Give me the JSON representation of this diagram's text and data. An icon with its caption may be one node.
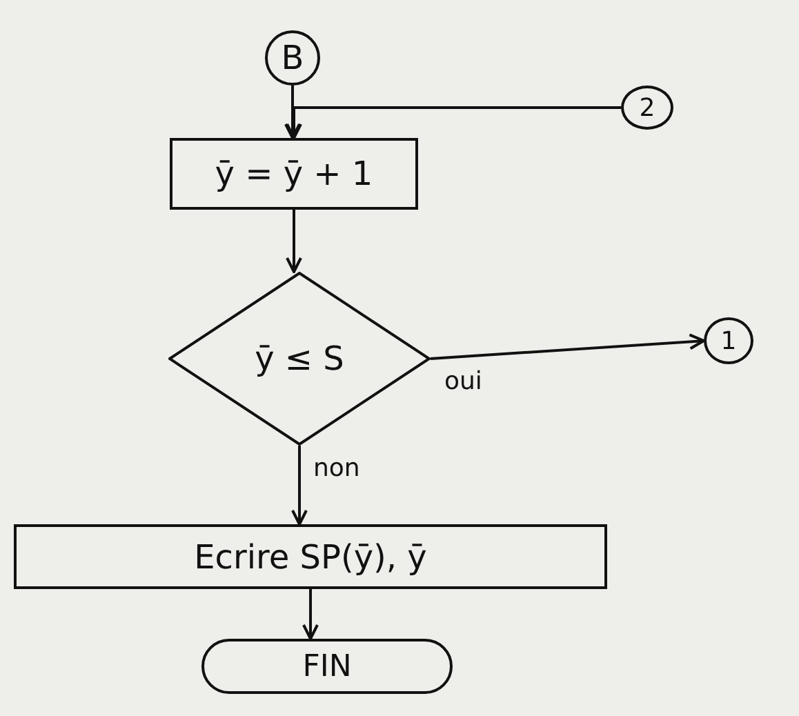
{
  "diagram": {
    "nodes": [
      {
        "text": [
          "B"
        ]
      },
      {
        "text": [
          "2"
        ]
      },
      {
        "text": [
          "ȳ = ȳ + 1"
        ]
      },
      {
        "text": [
          "ȳ ≤ S"
        ]
      },
      {
        "text": [
          "1"
        ]
      },
      {
        "text": [
          "Ecrire SP(ȳ), ȳ"
        ]
      },
      {
        "text": [
          "FIN"
        ]
      }
    ],
    "edges": [
      {
        "from": 0,
        "to": 2,
        "arrow": "to"
      },
      {
        "from": 1,
        "to": 2,
        "arrow": "to"
      },
      {
        "from": 2,
        "to": 3,
        "arrow": "to"
      },
      {
        "from": 3,
        "to": 4,
        "arrow": "to",
        "label": "oui"
      },
      {
        "from": 3,
        "to": 5,
        "arrow": "to",
        "label": "non"
      },
      {
        "from": 5,
        "to": 6,
        "arrow": "to"
      }
    ]
  }
}
